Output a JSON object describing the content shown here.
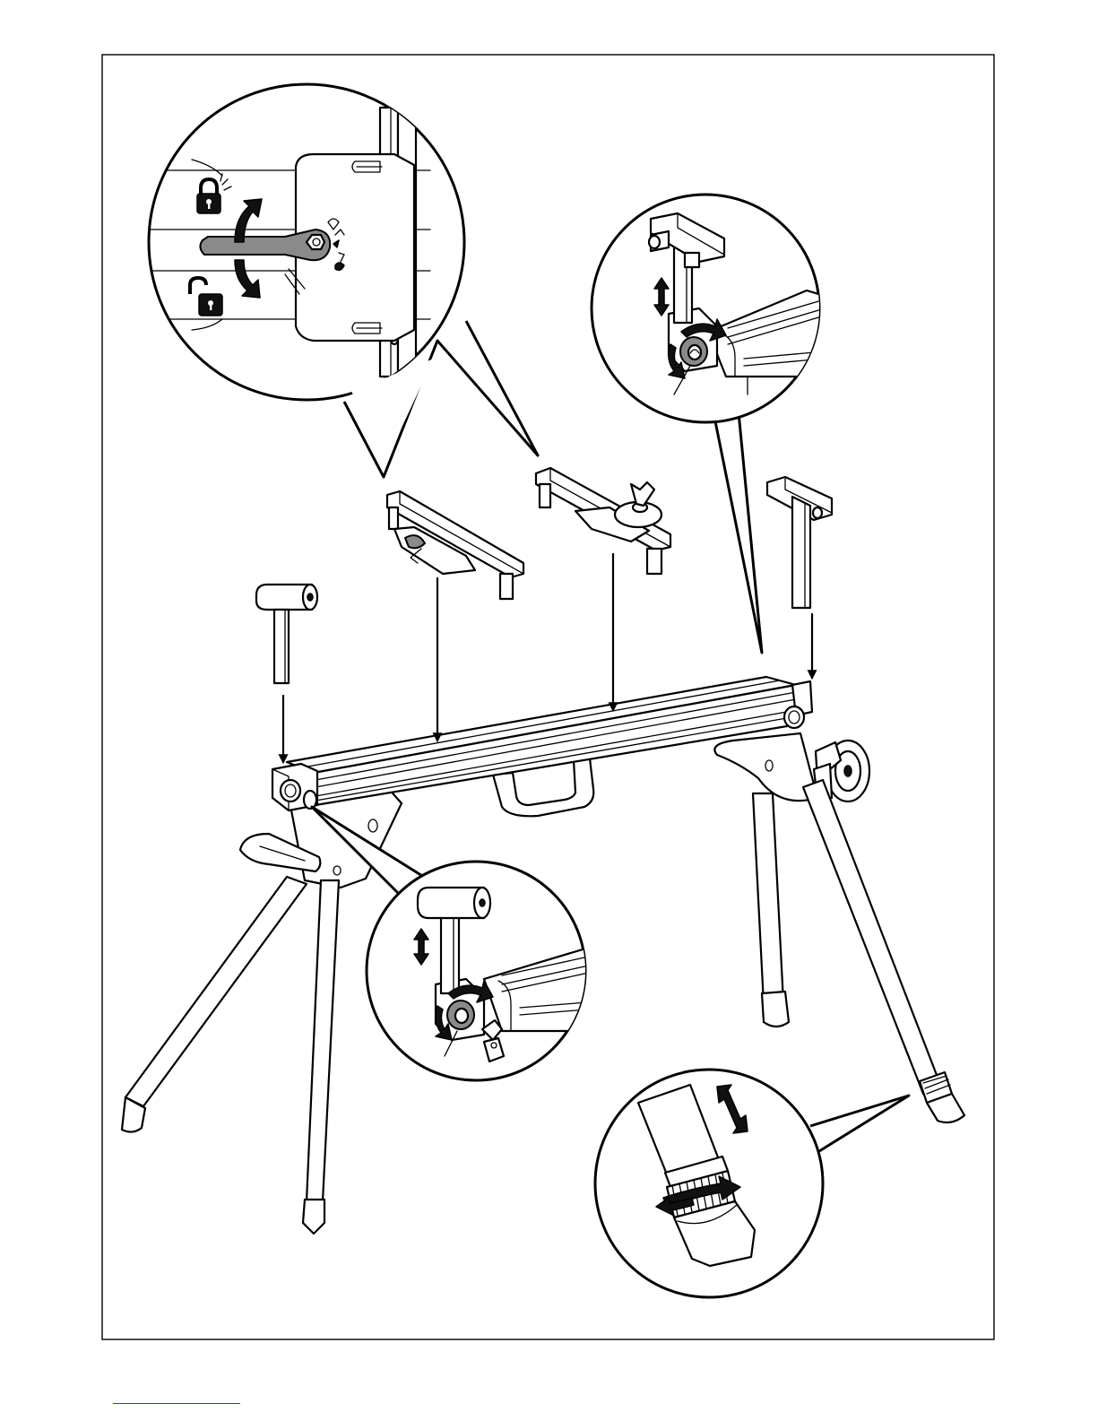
{
  "figure": {
    "callouts": [
      {
        "id": "lock-lever-detail",
        "icons": [
          "padlock-locked-icon",
          "padlock-unlocked-icon"
        ],
        "arrows": [
          "curved-arrow-up",
          "curved-arrow-down"
        ]
      },
      {
        "id": "end-support-height-detail",
        "icons": [
          "height-adjust-arrow",
          "knob-rotate-arrow"
        ]
      },
      {
        "id": "roller-support-height-detail",
        "icons": [
          "height-adjust-arrow",
          "knob-rotate-arrow"
        ]
      },
      {
        "id": "leg-foot-adjust-detail",
        "icons": [
          "extend-arrow",
          "rotate-collar-arrow"
        ]
      }
    ],
    "parts": [
      "roller-support",
      "mounting-bracket-left",
      "mounting-bracket-right",
      "end-stop-support",
      "stand-beam",
      "carry-handle",
      "wheel",
      "legs"
    ]
  },
  "colors": {
    "line": "#000000",
    "fill_light": "#f2f2f2",
    "fill_dark": "#8a8a8a",
    "link_underline": "#3333cc"
  }
}
